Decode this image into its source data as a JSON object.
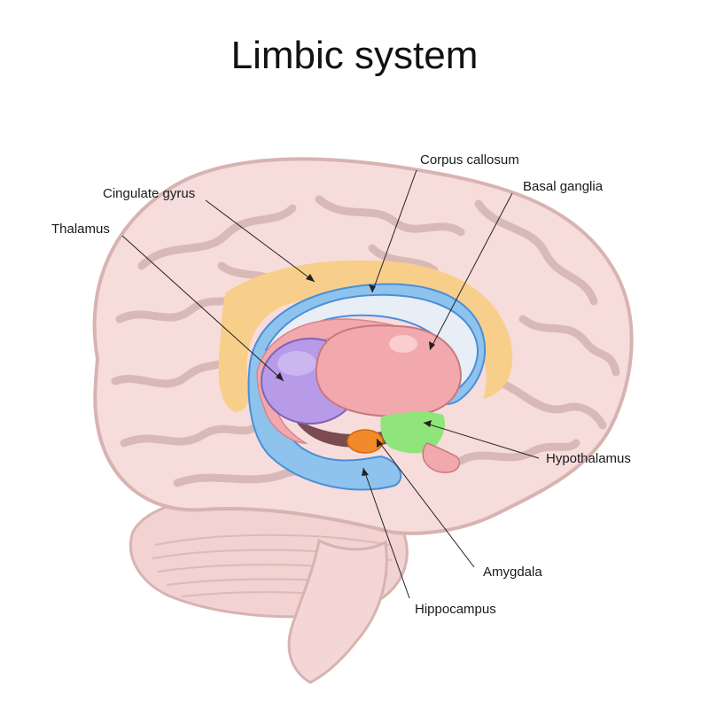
{
  "title": "Limbic system",
  "labels": {
    "corpus_callosum": "Corpus callosum",
    "basal_ganglia": "Basal ganglia",
    "cingulate_gyrus": "Cingulate gyrus",
    "thalamus": "Thalamus",
    "hypothalamus": "Hypothalamus",
    "amygdala": "Amygdala",
    "hippocampus": "Hippocampus"
  },
  "colors": {
    "brain": "#f7dcdc",
    "brain_outline": "#d7b3b1",
    "cingulate_gyrus": "#f8cf8a",
    "corpus_callosum": "#e8eef5",
    "fornix_outline": "#4a8fd8",
    "thalamus": "#b79ae8",
    "basal_ganglia": "#f2a9ad",
    "hypothalamus": "#8fe57a",
    "amygdala": "#f28a2a",
    "hippocampus": "#8ec3ee"
  }
}
